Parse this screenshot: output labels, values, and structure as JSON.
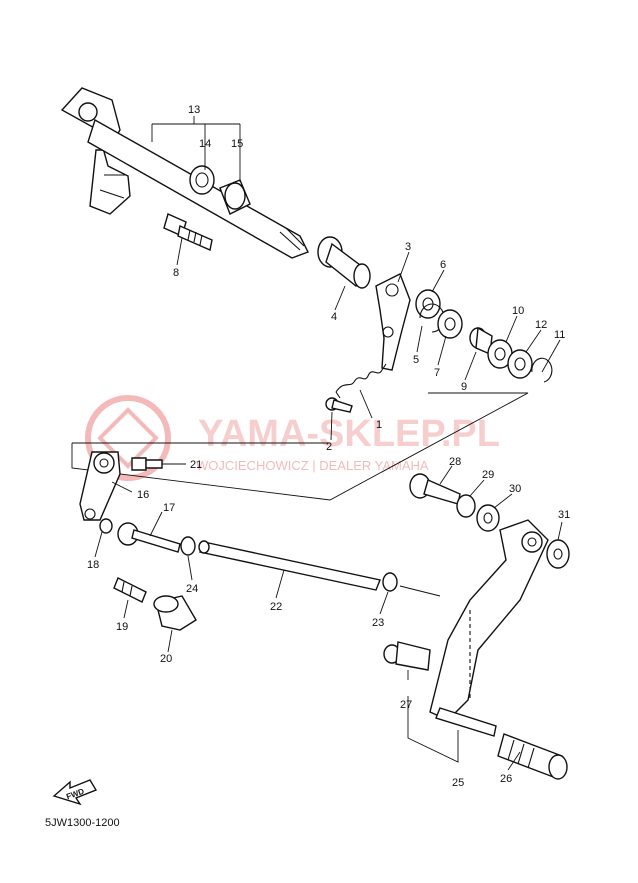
{
  "watermark": {
    "brand": "YAMA-SKLEP.PL",
    "sub": "WOJCIECHOWICZ | DEALER YAMAHA",
    "color": "#e03a3a"
  },
  "fwd_label": "FWD",
  "diagram_code": "5JW1300-1200",
  "callouts": [
    "1",
    "2",
    "3",
    "4",
    "5",
    "6",
    "7",
    "8",
    "9",
    "10",
    "11",
    "12",
    "13",
    "14",
    "15",
    "16",
    "17",
    "18",
    "19",
    "20",
    "21",
    "22",
    "23",
    "24",
    "25",
    "26",
    "27",
    "28",
    "29",
    "30",
    "31"
  ]
}
